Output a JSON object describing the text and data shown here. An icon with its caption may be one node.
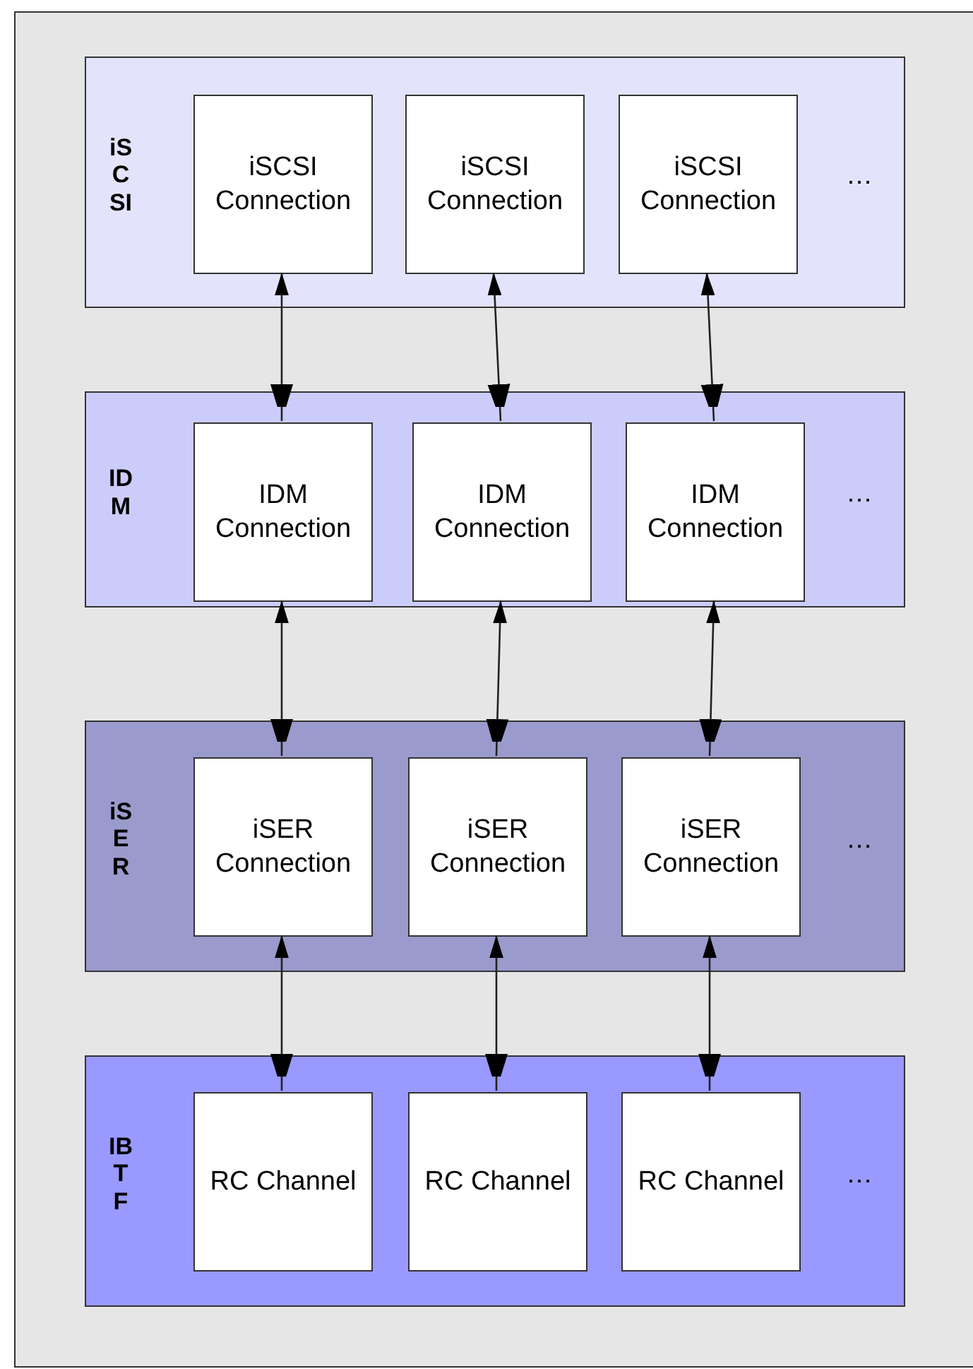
{
  "diagram": {
    "nodes": [
      {
        "text": [
          "iSCSI"
        ]
      },
      {
        "text": [
          "iSCSI Connection"
        ],
        "in": 0
      },
      {
        "text": [
          "iSCSI Connection"
        ],
        "in": 0
      },
      {
        "text": [
          "iSCSI Connection"
        ],
        "in": 0
      },
      {
        "text": [
          "IDM"
        ]
      },
      {
        "text": [
          "IDM Connection"
        ],
        "in": 4
      },
      {
        "text": [
          "IDM Connection"
        ],
        "in": 4
      },
      {
        "text": [
          "IDM Connection"
        ],
        "in": 4
      },
      {
        "text": [
          "iSER"
        ]
      },
      {
        "text": [
          "iSER Connection"
        ],
        "in": 8
      },
      {
        "text": [
          "iSER Connection"
        ],
        "in": 8
      },
      {
        "text": [
          "iSER Connection"
        ],
        "in": 8
      },
      {
        "text": [
          "IBTF"
        ]
      },
      {
        "text": [
          "RC Channel"
        ],
        "in": 12
      },
      {
        "text": [
          "RC Channel"
        ],
        "in": 12
      },
      {
        "text": [
          "RC Channel"
        ],
        "in": 12
      }
    ],
    "edges": [
      {
        "from": 1,
        "to": 5,
        "arrow": "both"
      },
      {
        "from": 2,
        "to": 6,
        "arrow": "both"
      },
      {
        "from": 3,
        "to": 7,
        "arrow": "both"
      },
      {
        "from": 5,
        "to": 9,
        "arrow": "both"
      },
      {
        "from": 6,
        "to": 10,
        "arrow": "both"
      },
      {
        "from": 7,
        "to": 11,
        "arrow": "both"
      },
      {
        "from": 9,
        "to": 13,
        "arrow": "both"
      },
      {
        "from": 10,
        "to": 14,
        "arrow": "both"
      },
      {
        "from": 11,
        "to": 15,
        "arrow": "both"
      }
    ],
    "labels": [
      "…",
      "…",
      "…",
      "…"
    ]
  }
}
